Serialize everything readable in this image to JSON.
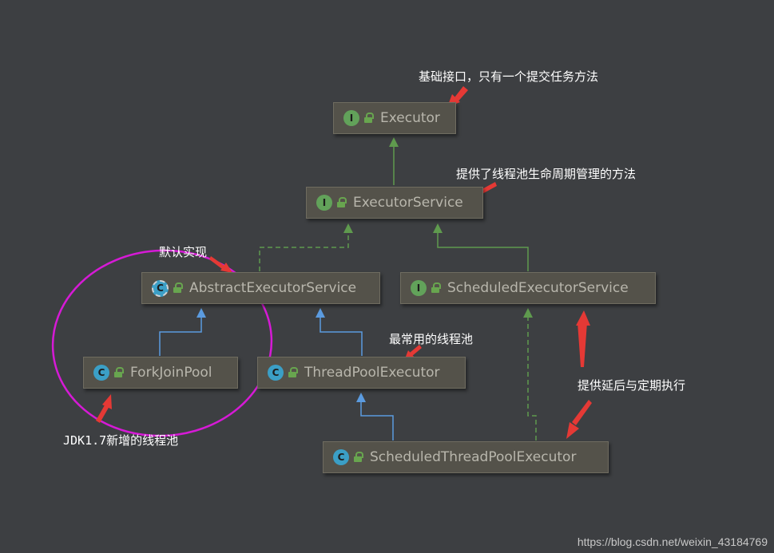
{
  "nodes": {
    "executor": {
      "label": "Executor",
      "badge": "I",
      "kind": "interface"
    },
    "executor_service": {
      "label": "ExecutorService",
      "badge": "I",
      "kind": "interface"
    },
    "abstract_executor_service": {
      "label": "AbstractExecutorService",
      "badge": "C",
      "kind": "abstract-class"
    },
    "scheduled_executor_service": {
      "label": "ScheduledExecutorService",
      "badge": "I",
      "kind": "interface"
    },
    "fork_join_pool": {
      "label": "ForkJoinPool",
      "badge": "C",
      "kind": "class"
    },
    "thread_pool_executor": {
      "label": "ThreadPoolExecutor",
      "badge": "C",
      "kind": "class"
    },
    "scheduled_thread_pool_executor": {
      "label": "ScheduledThreadPoolExecutor",
      "badge": "C",
      "kind": "class"
    }
  },
  "annotations": {
    "executor_note": "基础接口，只有一个提交任务方法",
    "executor_service_note": "提供了线程池生命周期管理的方法",
    "abstract_note": "默认实现",
    "thread_pool_note": "最常用的线程池",
    "scheduled_note": "提供延后与定期执行",
    "fork_join_note": "JDK1.7新增的线程池"
  },
  "watermark": "https://blog.csdn.net/weixin_43184769",
  "colors": {
    "background": "#3d3f42",
    "node_fill": "#54524a",
    "interface_badge": "#62a25a",
    "class_badge": "#3b9fc6",
    "extends_line": "#5b9be0",
    "implements_line": "#5f9a4e",
    "annotation_arrow": "#e53935",
    "highlight_ellipse": "#d61ad6"
  },
  "icons": {
    "interface_badge": "interface-badge-icon",
    "class_badge": "class-badge-icon",
    "visibility": "open-lock-icon"
  }
}
